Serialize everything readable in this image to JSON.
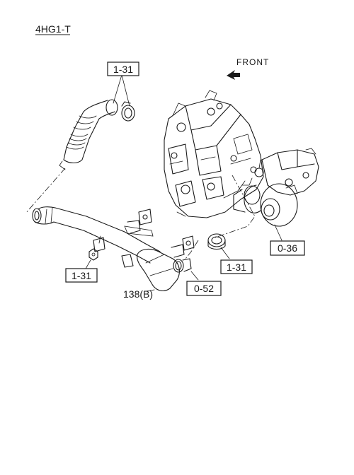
{
  "model_code": "4HG1-T",
  "front_label": "FRONT",
  "callouts": {
    "ref_1_31_top": "1-31",
    "ref_1_31_left": "1-31",
    "ref_1_31_right": "1-31",
    "ref_0_36": "0-36",
    "ref_0_52": "0-52"
  },
  "part_number": "138(B)"
}
